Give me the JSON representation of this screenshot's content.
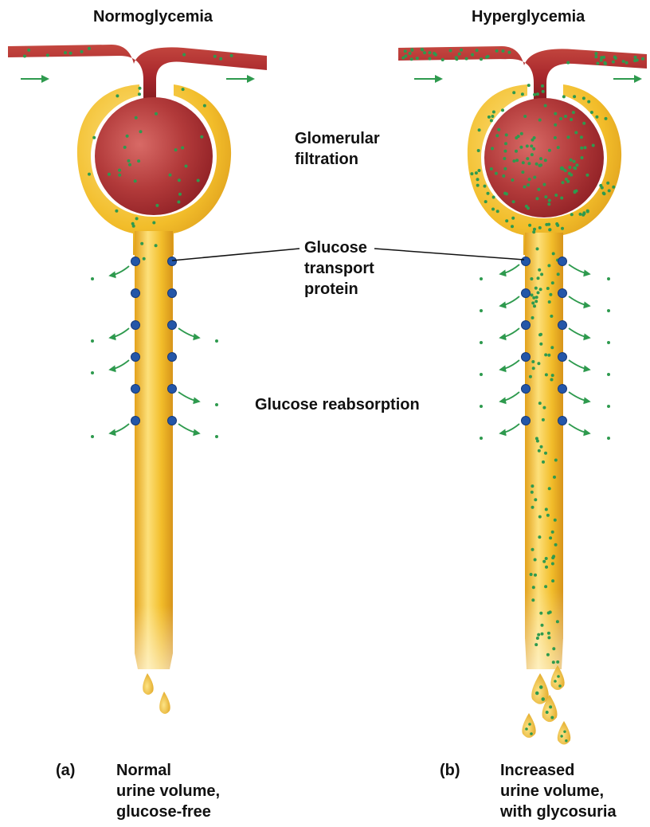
{
  "titles": {
    "left": "Normoglycemia",
    "right": "Hyperglycemia"
  },
  "labels": {
    "glomerular_filtration": "Glomerular\nfiltration",
    "glucose_transport_protein": "Glucose\ntransport\nprotein",
    "glucose_reabsorption": "Glucose reabsorption"
  },
  "captions": {
    "a_letter": "(a)",
    "a_text": "Normal\nurine volume,\nglucose-free",
    "b_letter": "(b)",
    "b_text": "Increased\nurine volume,\nwith glycosuria"
  },
  "colors": {
    "blood": "#a8272c",
    "blood_light": "#cf5a5a",
    "filtrate": "#f2bd2a",
    "filtrate_light": "#fde07a",
    "glucose": "#2e9a4e",
    "transporter": "#2456a8",
    "arrow": "#2e9a4e"
  }
}
